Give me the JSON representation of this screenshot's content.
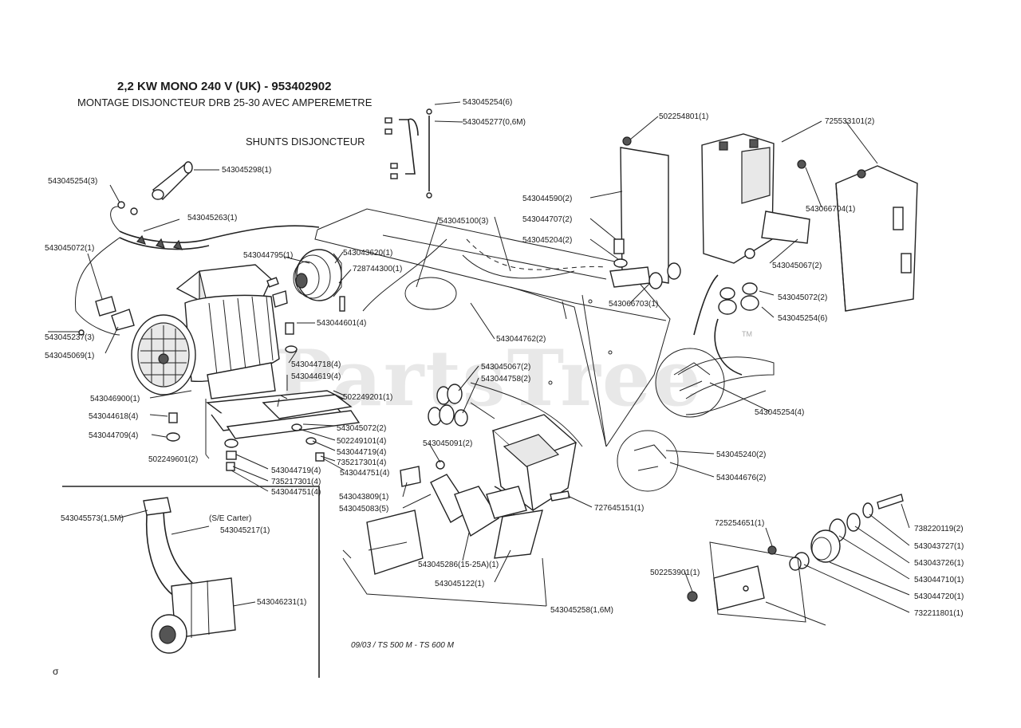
{
  "header": {
    "title": "2,2 KW MONO 240 V (UK) - 953402902",
    "subtitle": "MONTAGE DISJONCTEUR DRB 25-30 AVEC AMPEREMETRE",
    "section": "SHUNTS DISJONCTEUR"
  },
  "footer": {
    "text": "09/03 / TS 500 M - TS 600 M",
    "corner": "σ"
  },
  "watermark": {
    "text": "PartsTree",
    "tm": "TM"
  },
  "labels": [
    "543045254(6)",
    "543045277(0,6M)",
    "543045298(1)",
    "543045254(3)",
    "543045263(1)",
    "543045072(1)",
    "543044795(1)",
    "543043620(1)",
    "728744300(1)",
    "543045237(3)",
    "543045069(1)",
    "543044601(4)",
    "543044718(4)",
    "543044619(4)",
    "543046900(1)",
    "502249201(1)",
    "543044618(4)",
    "543044709(4)",
    "502249101(4)",
    "543044719(4)",
    "735217301(4)",
    "543044751(4)",
    "502249601(2)",
    "543044719(4)",
    "735217301(4)",
    "543044751(4)",
    "543045072(2)",
    "543045067(2)",
    "543044758(2)",
    "543045091(2)",
    "543043809(1)",
    "543045083(5)",
    "543045573(1,5M)",
    "(S/E Carter)",
    "543045217(1)",
    "543046231(1)",
    "543045286(15-25A)(1)",
    "543045122(1)",
    "543045258(1,6M)",
    "543045100(3)",
    "543044762(2)",
    "502254801(1)",
    "543044590(2)",
    "543044707(2)",
    "543045204(2)",
    "543066703(1)",
    "725533101(2)",
    "543066704(1)",
    "543045067(2)",
    "543045072(2)",
    "543045254(6)",
    "543045254(4)",
    "543045240(2)",
    "543044676(2)",
    "727645151(1)",
    "725254651(1)",
    "738220119(2)",
    "543043727(1)",
    "543043726(1)",
    "543044710(1)",
    "543044720(1)",
    "732211801(1)",
    "502253901(1)"
  ]
}
